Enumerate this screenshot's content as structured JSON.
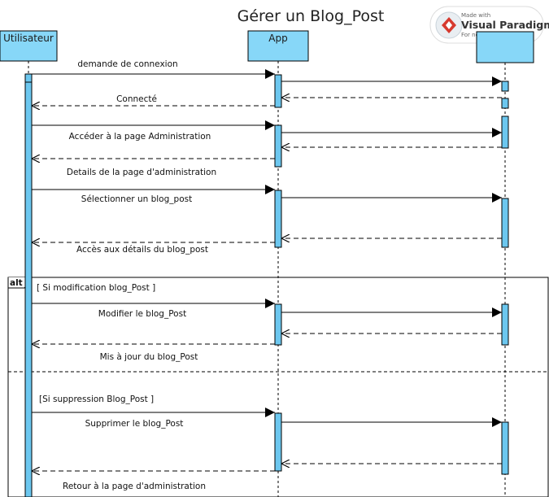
{
  "title": "Gérer un Blog_Post",
  "watermark": {
    "line1": "Made with",
    "brand": "Visual Paradigm",
    "line3": "For non-commercial use"
  },
  "colors": {
    "participant_fill": "#87d7f8",
    "activation_fill": "#6cc7ef",
    "line": "#000000"
  },
  "participants": [
    {
      "id": "utilisateur",
      "name": "Utilisateur"
    },
    {
      "id": "app",
      "name": "App"
    },
    {
      "id": "system",
      "name": ""
    }
  ],
  "messages": [
    {
      "from": "utilisateur",
      "to": "app",
      "kind": "sync",
      "label": "demande de connexion"
    },
    {
      "from": "app",
      "to": "system",
      "kind": "sync",
      "label": ""
    },
    {
      "from": "system",
      "to": "app",
      "kind": "return",
      "label": ""
    },
    {
      "from": "app",
      "to": "utilisateur",
      "kind": "return",
      "label": "Connecté"
    },
    {
      "from": "utilisateur",
      "to": "app",
      "kind": "sync",
      "label": "Accéder à la page Administration"
    },
    {
      "from": "app",
      "to": "system",
      "kind": "sync",
      "label": ""
    },
    {
      "from": "system",
      "to": "app",
      "kind": "return",
      "label": ""
    },
    {
      "from": "app",
      "to": "utilisateur",
      "kind": "return",
      "label": "Details de la page d'administration"
    },
    {
      "from": "utilisateur",
      "to": "app",
      "kind": "sync",
      "label": "Sélectionner un blog_post"
    },
    {
      "from": "app",
      "to": "system",
      "kind": "sync",
      "label": ""
    },
    {
      "from": "system",
      "to": "app",
      "kind": "return",
      "label": ""
    },
    {
      "from": "app",
      "to": "utilisateur",
      "kind": "return",
      "label": "Accès aux détails du blog_post"
    },
    {
      "from": "utilisateur",
      "to": "app",
      "kind": "sync",
      "label": "Modifier le blog_Post"
    },
    {
      "from": "app",
      "to": "system",
      "kind": "sync",
      "label": ""
    },
    {
      "from": "system",
      "to": "app",
      "kind": "return",
      "label": ""
    },
    {
      "from": "app",
      "to": "utilisateur",
      "kind": "return",
      "label": "Mis à jour du blog_Post"
    },
    {
      "from": "utilisateur",
      "to": "app",
      "kind": "sync",
      "label": "Supprimer le blog_Post"
    },
    {
      "from": "app",
      "to": "system",
      "kind": "sync",
      "label": ""
    },
    {
      "from": "system",
      "to": "app",
      "kind": "return",
      "label": ""
    },
    {
      "from": "app",
      "to": "utilisateur",
      "kind": "return",
      "label": "Retour à la page d'administration"
    }
  ],
  "fragment": {
    "operator": "alt",
    "guards": [
      "[ Si modification blog_Post ]",
      "[Si suppression Blog_Post ]"
    ]
  }
}
